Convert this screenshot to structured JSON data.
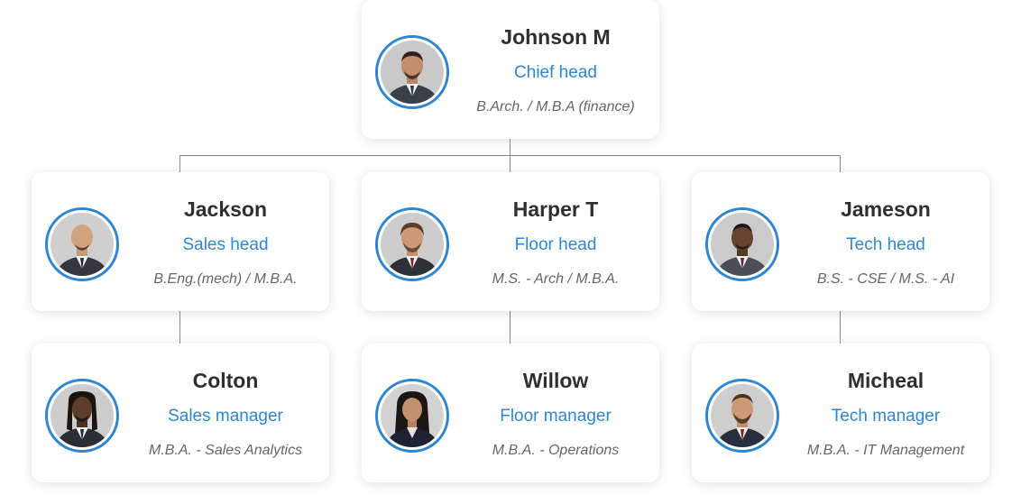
{
  "colors": {
    "accent": "#2e86d1",
    "name_text": "#2f2f2f",
    "role_text": "#2f86d0",
    "edu_text": "#666666",
    "connector": "#8a8a8a"
  },
  "root": {
    "name": "Johnson M",
    "role": "Chief head",
    "education": "B.Arch. / M.B.A (finance)",
    "photo": "man-dark-suit-portrait"
  },
  "heads": [
    {
      "name": "Jackson",
      "role": "Sales head",
      "education": "B.Eng.(mech) / M.B.A.",
      "photo": "man-shaved-head-portrait"
    },
    {
      "name": "Harper T",
      "role": "Floor head",
      "education": "M.S. - Arch / M.B.A.",
      "photo": "man-red-tie-portrait"
    },
    {
      "name": "Jameson",
      "role": "Tech head",
      "education": "B.S. - CSE / M.S. - AI",
      "photo": "man-grey-suit-portrait"
    }
  ],
  "managers": [
    {
      "name": "Colton",
      "role": "Sales manager",
      "education": "M.B.A. - Sales Analytics",
      "photo": "man-long-hair-portrait"
    },
    {
      "name": "Willow",
      "role": "Floor manager",
      "education": "M.B.A. - Operations",
      "photo": "woman-dark-blazer-portrait"
    },
    {
      "name": "Micheal",
      "role": "Tech manager",
      "education": "M.B.A. - IT Management",
      "photo": "man-beard-portrait"
    }
  ]
}
